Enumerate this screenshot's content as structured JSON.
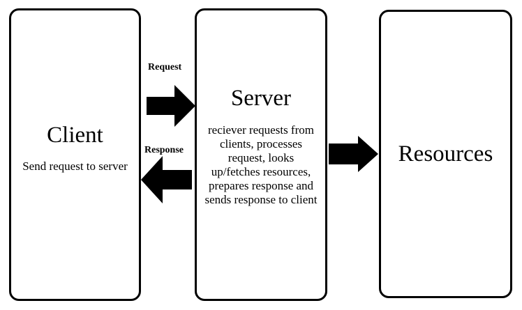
{
  "client": {
    "title": "Client",
    "description": "Send request to server"
  },
  "server": {
    "title": "Server",
    "description": "reciever requests from clients, processes request, looks up/fetches resources, prepares response and sends response to client"
  },
  "resources": {
    "title": "Resources"
  },
  "arrows": {
    "request_label": "Request",
    "response_label": "Response"
  },
  "colors": {
    "stroke": "#000000",
    "background": "#ffffff"
  }
}
